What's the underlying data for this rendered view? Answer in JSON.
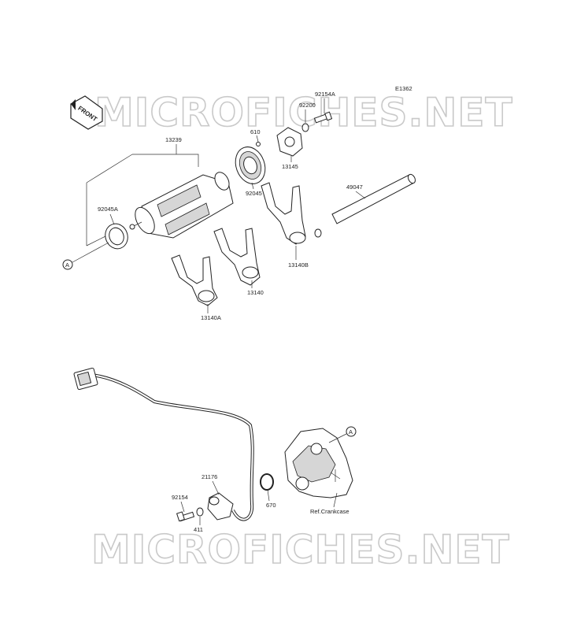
{
  "diagram_code": "E1362",
  "watermark": "MICROFICHES.NET",
  "front_label": "FRONT",
  "ref_marker": "A",
  "parts": {
    "p13239": "13239",
    "p92045A": "92045A",
    "p610": "610",
    "p92200": "92200",
    "p92154A": "92154A",
    "p92045": "92045",
    "p13145": "13145",
    "p49047": "49047",
    "p13140B": "13140B",
    "p13140": "13140",
    "p13140A": "13140A",
    "p21176": "21176",
    "p92154": "92154",
    "p411": "411",
    "p670": "670"
  },
  "ref_crankcase": "Ref.Crankcase"
}
